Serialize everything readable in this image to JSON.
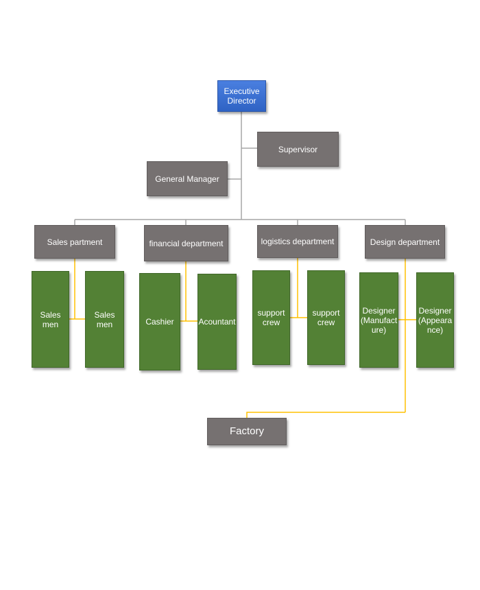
{
  "diagram": {
    "executive_director": "Executive\nDirector",
    "supervisor": "Supervisor",
    "general_manager": "General Manager",
    "departments": {
      "sales": "Sales partment",
      "financial": "financial department",
      "logistics": "logistics department",
      "design": "Design department"
    },
    "staff": {
      "sales_1": "Sales\nmen",
      "sales_2": "Sales\nmen",
      "cashier": "Cashier",
      "accountant": "Acountant",
      "support_1": "support\ncrew",
      "support_2": "support\ncrew",
      "designer_manufacture": "Designer\n(Manufact\nure)",
      "designer_appearance": "Designer\n(Appeara\nnce)"
    },
    "factory": "Factory"
  },
  "colors": {
    "executive": "#3a6fd4",
    "management": "#767171",
    "staff": "#538135",
    "connector_main": "#a6a6a6",
    "connector_staff": "#ffc000"
  }
}
